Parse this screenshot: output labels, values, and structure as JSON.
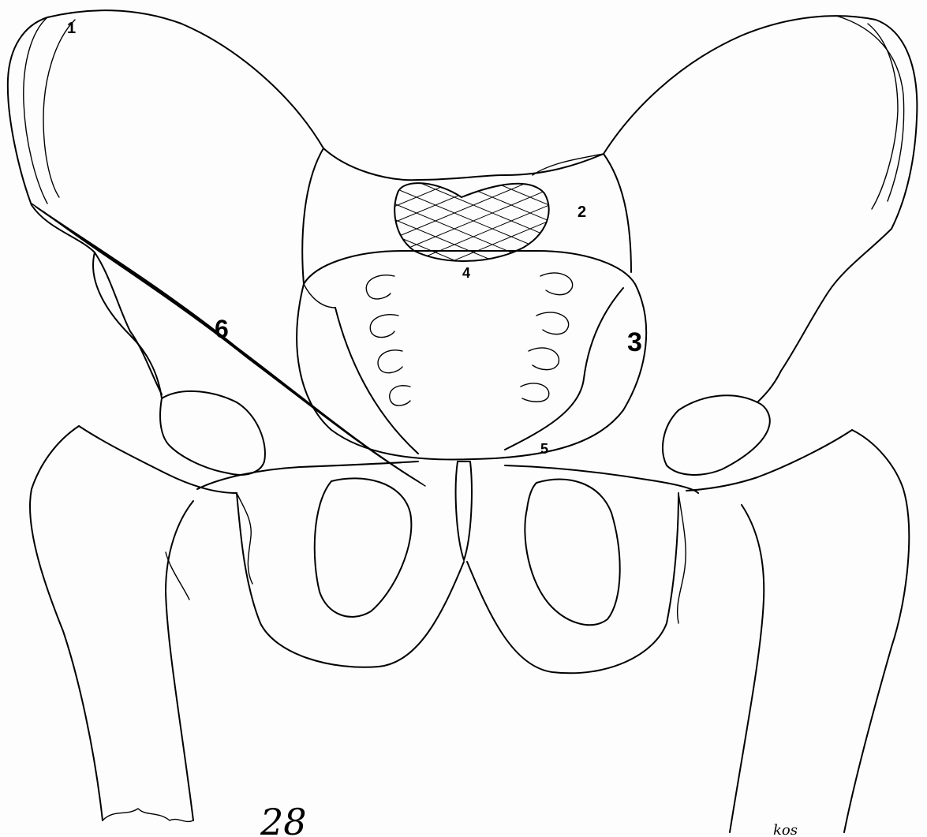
{
  "labels": {
    "l1": "1",
    "l2": "2",
    "l3": "3",
    "l4": "4",
    "l5": "5",
    "l6": "6"
  },
  "handwriting": {
    "page_number": "28",
    "initials": "kos"
  },
  "colors": {
    "line": "#000000",
    "paper": "#fdfdfd"
  }
}
